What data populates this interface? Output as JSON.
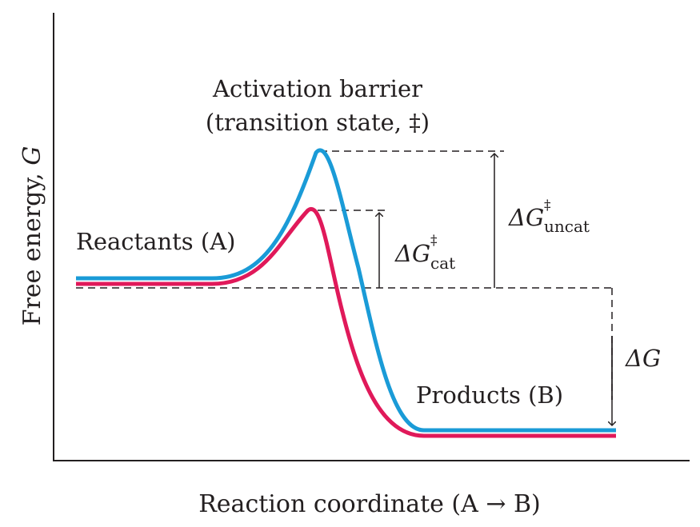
{
  "axes": {
    "y_label_main": "Free energy, ",
    "y_label_var": "G",
    "x_label": "Reaction coordinate (A → B)"
  },
  "labels": {
    "barrier_line1": "Activation barrier",
    "barrier_line2": "(transition state, ‡)",
    "reactants": "Reactants (A)",
    "products": "Products (B)"
  },
  "deltas": {
    "cat_prefix": "ΔG",
    "cat_sup": "‡",
    "cat_sub": "cat",
    "uncat_prefix": "ΔG",
    "uncat_sup": "‡",
    "uncat_sub": "uncat",
    "dg": "ΔG"
  },
  "colors": {
    "uncatalyzed": "#1a9bd7",
    "catalyzed": "#e0195a",
    "axis": "#231f20",
    "dashes": "#231f20"
  }
}
